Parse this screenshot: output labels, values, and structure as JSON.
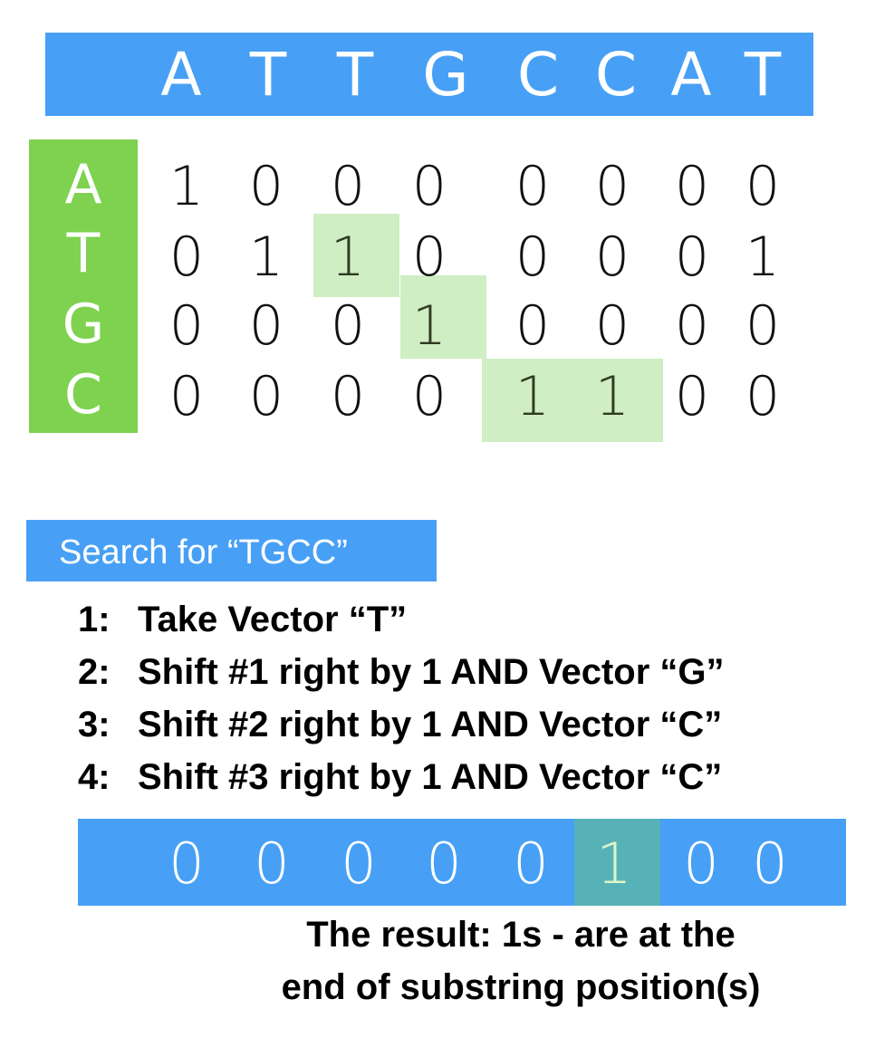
{
  "header": {
    "letters": [
      "A",
      "T",
      "T",
      "G",
      "C",
      "C",
      "A",
      "T"
    ],
    "color": "#47a0f5"
  },
  "pattern": {
    "letters": [
      "A",
      "T",
      "G",
      "C"
    ],
    "color": "#7ed24f"
  },
  "matrix": {
    "rows": [
      [
        "1",
        "0",
        "0",
        "0",
        "0",
        "0",
        "0",
        "0"
      ],
      [
        "0",
        "1",
        "1",
        "0",
        "0",
        "0",
        "0",
        "1"
      ],
      [
        "0",
        "0",
        "0",
        "1",
        "0",
        "0",
        "0",
        "0"
      ],
      [
        "0",
        "0",
        "0",
        "0",
        "1",
        "1",
        "0",
        "0"
      ]
    ],
    "highlight_color": "#cfeec3"
  },
  "search": {
    "label": "Search for “TGCC”"
  },
  "steps": [
    {
      "num": "1:",
      "text": "Take Vector “T”"
    },
    {
      "num": "2:",
      "text": "Shift #1 right by 1 AND Vector “G”"
    },
    {
      "num": "3:",
      "text": "Shift #2 right by 1 AND Vector “C”"
    },
    {
      "num": "4:",
      "text": "Shift #3 right by 1 AND Vector “C”"
    }
  ],
  "result": {
    "bits": [
      "0",
      "0",
      "0",
      "0",
      "0",
      "1",
      "0",
      "0"
    ],
    "highlight_color": "#57b2b8",
    "line1": "The result: 1s - are at the",
    "line2": "end of substring position(s)"
  }
}
